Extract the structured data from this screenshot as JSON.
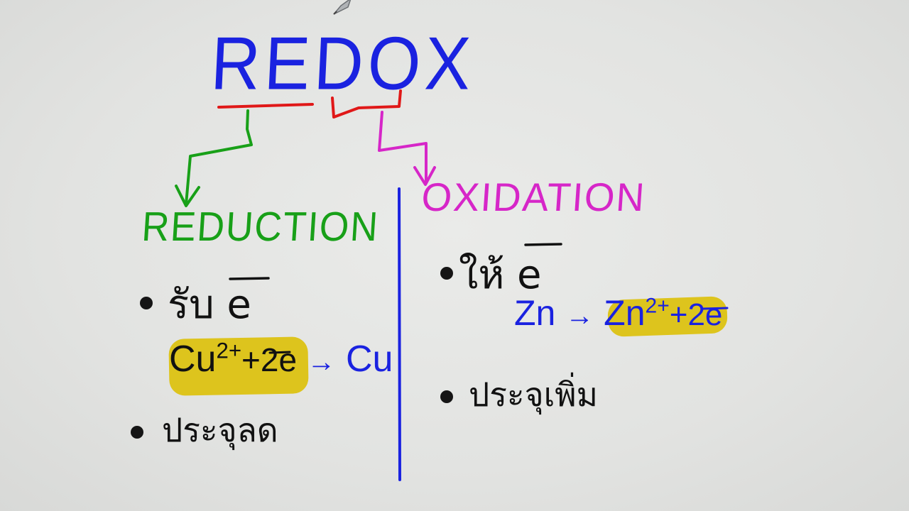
{
  "title": "REDOX",
  "reduction": {
    "heading": "REDUCTION",
    "bullet1": "รับ e",
    "equation": {
      "ion": "Cu",
      "ion_charge": "2+",
      "electrons": "+2e",
      "arrow": "→",
      "product": "Cu"
    },
    "bullet2": "ประจุลด"
  },
  "oxidation": {
    "heading": "OXIDATION",
    "bullet1": "ให้ e",
    "equation": {
      "reactant": "Zn",
      "arrow": "→",
      "ion": "Zn",
      "ion_charge": "2+",
      "electrons": "+2e"
    },
    "bullet2": "ประจุเพิ่ม"
  },
  "colors": {
    "title": "#1a22e0",
    "reduction": "#18a018",
    "oxidation": "#d626c8",
    "bracket_red": "#e01818",
    "divider": "#1a22e0",
    "highlight": "#dcc212",
    "ink": "#111111"
  }
}
